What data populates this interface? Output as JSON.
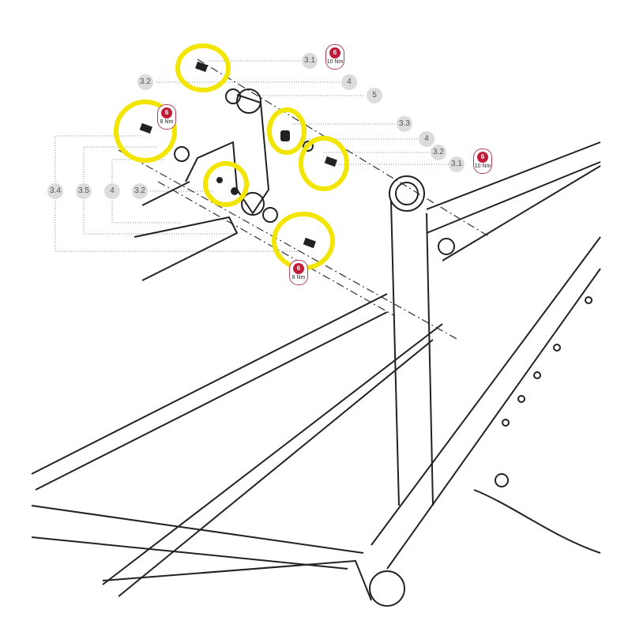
{
  "callouts": [
    {
      "id": "a",
      "text": "3.1"
    },
    {
      "id": "b",
      "text": "3.2"
    },
    {
      "id": "c",
      "text": "4"
    },
    {
      "id": "d",
      "text": "5"
    },
    {
      "id": "e",
      "text": "3.3"
    },
    {
      "id": "f",
      "text": "4"
    },
    {
      "id": "g",
      "text": "3.2"
    },
    {
      "id": "h",
      "text": "3.1"
    },
    {
      "id": "i",
      "text": "3.4"
    },
    {
      "id": "j",
      "text": "3.5"
    },
    {
      "id": "k",
      "text": "4"
    },
    {
      "id": "l",
      "text": "3.2"
    }
  ],
  "torque_badges": [
    {
      "tool": "6",
      "value": "10 Nm"
    },
    {
      "tool": "6",
      "value": "8 Nm"
    },
    {
      "tool": "6",
      "value": "10 Nm"
    },
    {
      "tool": "6",
      "value": "8 Nm"
    }
  ],
  "colors": {
    "highlight": "#f2e600",
    "torque": "#c01d3a",
    "leader": "#7a8fb8",
    "line": "#222222"
  }
}
